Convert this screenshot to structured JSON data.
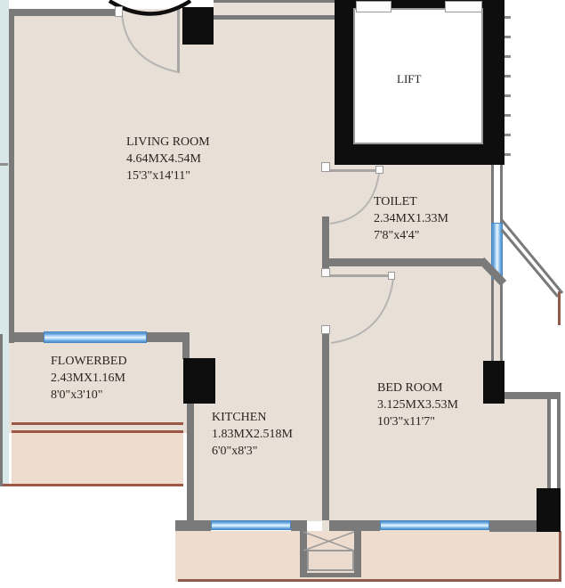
{
  "plan": {
    "title": "apartment-floor-plan",
    "rooms": {
      "living_room": {
        "name": "LIVING ROOM",
        "metric": "4.64MX4.54M",
        "imperial": "15'3\"x14'11\""
      },
      "lift": {
        "name": "LIFT"
      },
      "toilet": {
        "name": "TOILET",
        "metric": "2.34MX1.33M",
        "imperial": "7'8\"x4'4\""
      },
      "flowerbed": {
        "name": "FLOWERBED",
        "metric": "2.43MX1.16M",
        "imperial": "8'0\"x3'10\""
      },
      "kitchen": {
        "name": "KITCHEN",
        "metric": "1.83MX2.518M",
        "imperial": "6'0\"x8'3\""
      },
      "bed_room": {
        "name": "BED ROOM",
        "metric": "3.125MX3.53M",
        "imperial": "10'3\"x11'7\""
      }
    },
    "colors": {
      "wall_gray": "#7a7a7a",
      "structure_black": "#0e0e0e",
      "floor_beige": "#e8e0d7",
      "balcony_pink": "#eedccf",
      "window_blue": "#7db8ef",
      "duct_cyan": "#d8e8e8",
      "line_brown": "#9c5747",
      "door_swing_gray": "#b7b5b3"
    }
  }
}
